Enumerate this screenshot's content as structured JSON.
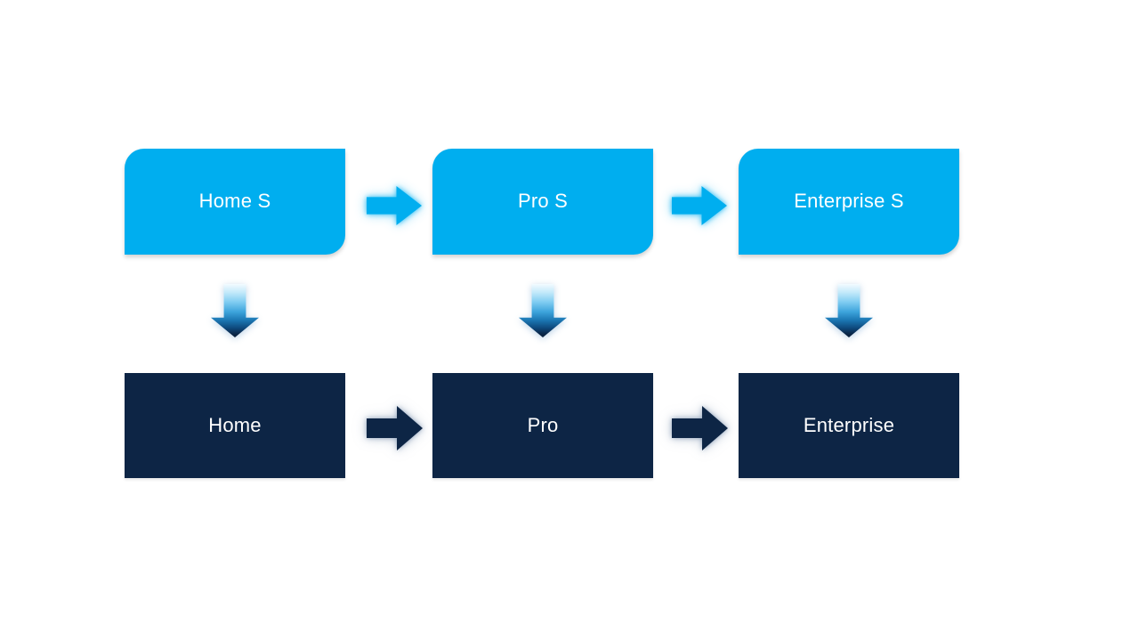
{
  "colors": {
    "background": "#FFFFFF",
    "upgrade_box_fill": "#00AEEF",
    "base_box_fill": "#0D2545",
    "box_text": "#FFFFFF",
    "top_arrow_fill": "#00AEEF",
    "bottom_arrow_fill": "#0D2545",
    "vertical_arrow_gradient": [
      "#F2FBFF",
      "#7FCCF1",
      "#3DA4DC",
      "#0E4A7E",
      "#081D38"
    ]
  },
  "nodes": {
    "top_row": [
      {
        "label": "Home S"
      },
      {
        "label": "Pro S"
      },
      {
        "label": "Enterprise S"
      }
    ],
    "bottom_row": [
      {
        "label": "Home"
      },
      {
        "label": "Pro"
      },
      {
        "label": "Enterprise"
      }
    ]
  }
}
